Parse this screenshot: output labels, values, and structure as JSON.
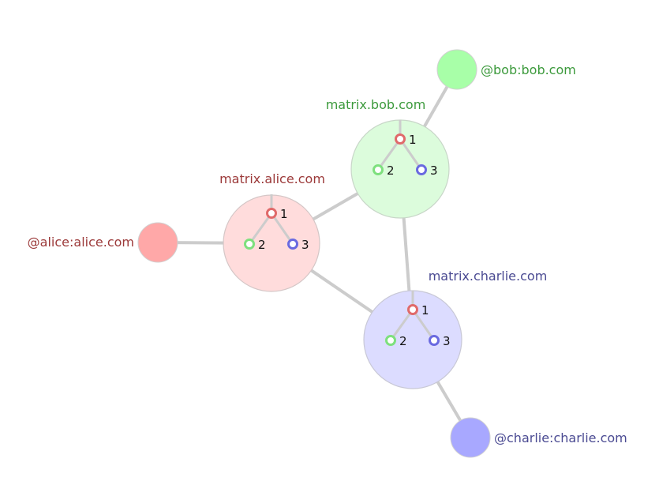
{
  "servers": [
    {
      "id": "alice",
      "label": "matrix.alice.com",
      "fill": "#ffdcdc",
      "stroke": "#d4c6c6",
      "label_color": "#9c3a3a"
    },
    {
      "id": "bob",
      "label": "matrix.bob.com",
      "fill": "#dcfcdc",
      "stroke": "#c8d6c8",
      "label_color": "#3c9a3c"
    },
    {
      "id": "charlie",
      "label": "matrix.charlie.com",
      "fill": "#dcdcff",
      "stroke": "#c8c8d6",
      "label_color": "#4a4a92"
    }
  ],
  "users": [
    {
      "server": "alice",
      "label": "@alice:alice.com",
      "fill": "#ffa8a8",
      "label_color": "#9c3a3a"
    },
    {
      "server": "bob",
      "label": "@bob:bob.com",
      "fill": "#a8ffa8",
      "label_color": "#3c9a3c"
    },
    {
      "server": "charlie",
      "label": "@charlie:charlie.com",
      "fill": "#a8a8ff",
      "label_color": "#4a4a92"
    }
  ],
  "events": [
    {
      "label": "1",
      "color": "#e06a6a"
    },
    {
      "label": "2",
      "color": "#7ee07e"
    },
    {
      "label": "3",
      "color": "#6a6ae0"
    }
  ],
  "links": [
    {
      "from": "alice",
      "to": "bob"
    },
    {
      "from": "alice",
      "to": "charlie"
    },
    {
      "from": "bob",
      "to": "charlie"
    },
    {
      "from": "alice",
      "to": "user-alice"
    },
    {
      "from": "bob",
      "to": "user-bob"
    },
    {
      "from": "charlie",
      "to": "user-charlie"
    }
  ],
  "link_color": "#cccccc"
}
